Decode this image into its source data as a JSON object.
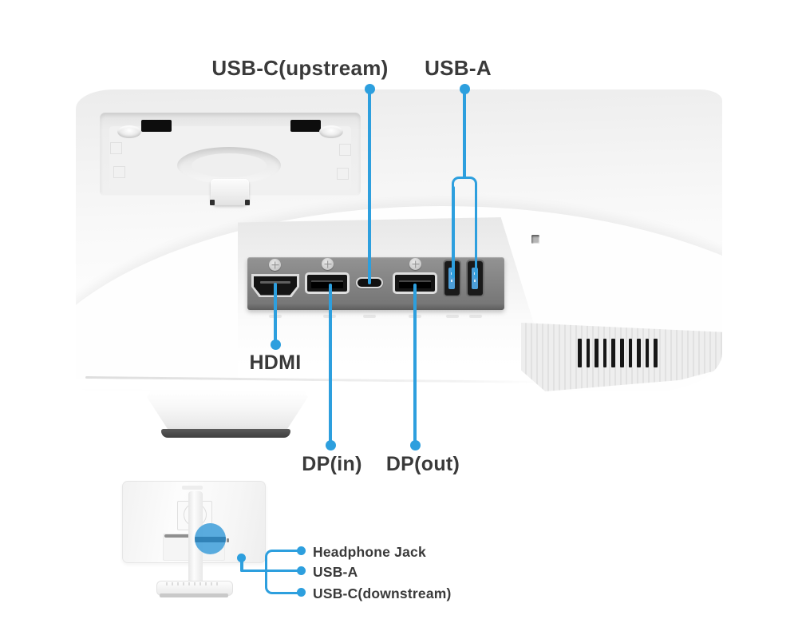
{
  "labels": {
    "usb_c_upstream": "USB-C(upstream)",
    "usb_a_top": "USB-A",
    "hdmi": "HDMI",
    "dp_in": "DP(in)",
    "dp_out": "DP(out)"
  },
  "inset": {
    "callouts": [
      {
        "label": "Headphone Jack"
      },
      {
        "label": "USB-A"
      },
      {
        "label": "USB-C(downstream)"
      }
    ]
  },
  "ports": {
    "rear": [
      "hdmi-port",
      "dp-in-port",
      "usb-c-upstream-port",
      "dp-out-port",
      "usb-a-port",
      "usb-a-port"
    ],
    "side": [
      "headphone-jack",
      "usb-a-port",
      "usb-c-downstream-port"
    ]
  },
  "colors": {
    "background": "#ffffff",
    "callout_blue": "#2d9fde",
    "label_text": "#3a3a3a",
    "panel_gray": "#868686",
    "usb_tongue_blue": "#4d9ed8",
    "port_black": "#161616",
    "monitor_body_light": "#ececec"
  }
}
